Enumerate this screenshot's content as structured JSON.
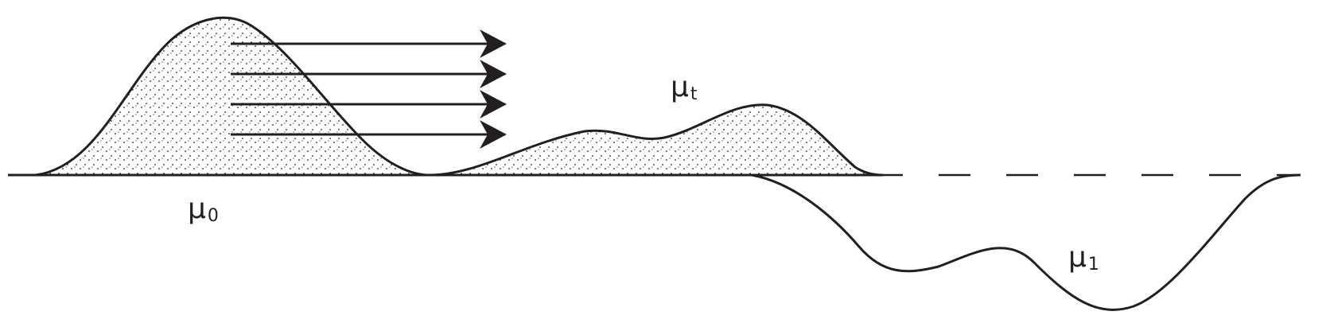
{
  "diagram": {
    "labels": {
      "mu0": {
        "symbol": "μ",
        "subscript": "0"
      },
      "mut": {
        "symbol": "μ",
        "subscript": "t"
      },
      "mu1": {
        "symbol": "μ",
        "subscript": "1"
      }
    },
    "arrow_count": 4,
    "colors": {
      "stroke": "#231f20",
      "stipple": "#231f20",
      "background": "#ffffff"
    }
  }
}
